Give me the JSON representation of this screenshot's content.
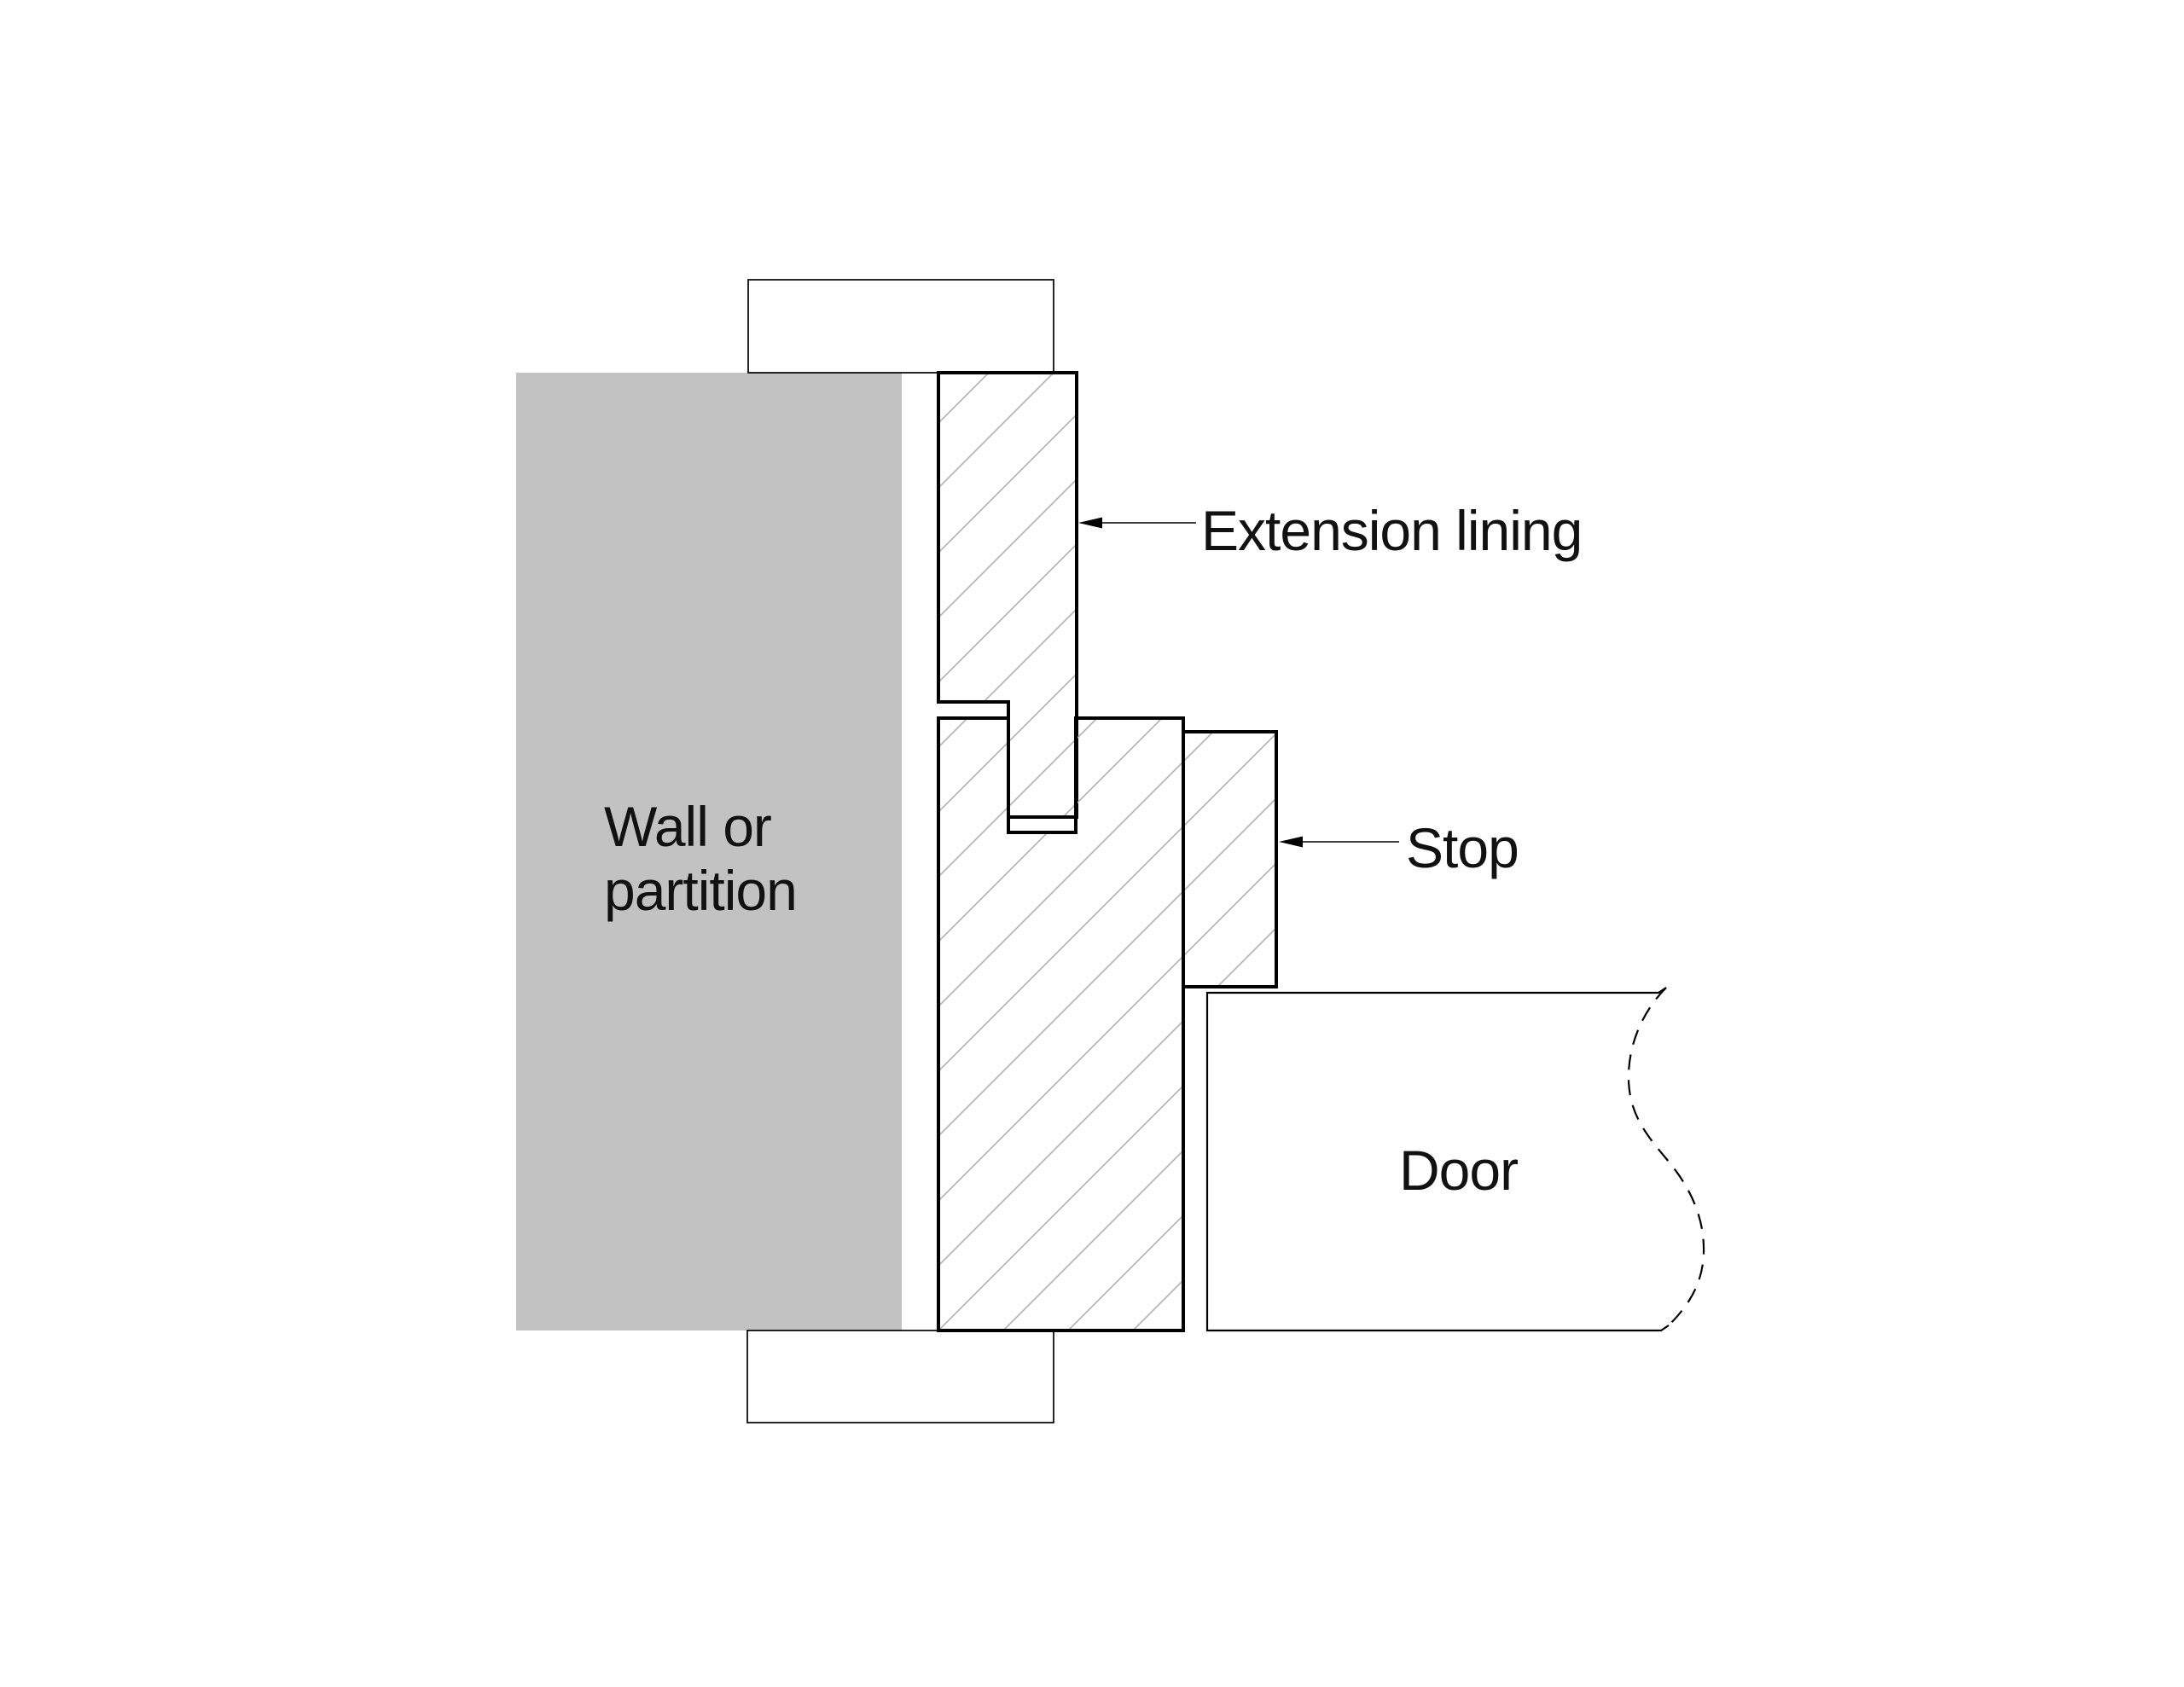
{
  "colors": {
    "background": "#ffffff",
    "wall_fill": "#c2c2c2",
    "line": "#000000",
    "hatch": "#b0b0b0",
    "text": "#111111"
  },
  "labels": {
    "wall": {
      "line1": "Wall or",
      "line2": "partition"
    },
    "extension_lining": {
      "text": "Extension lining",
      "arrow_direction": "left"
    },
    "stop": {
      "text": "Stop",
      "arrow_direction": "left"
    },
    "door": {
      "text": "Door"
    }
  }
}
